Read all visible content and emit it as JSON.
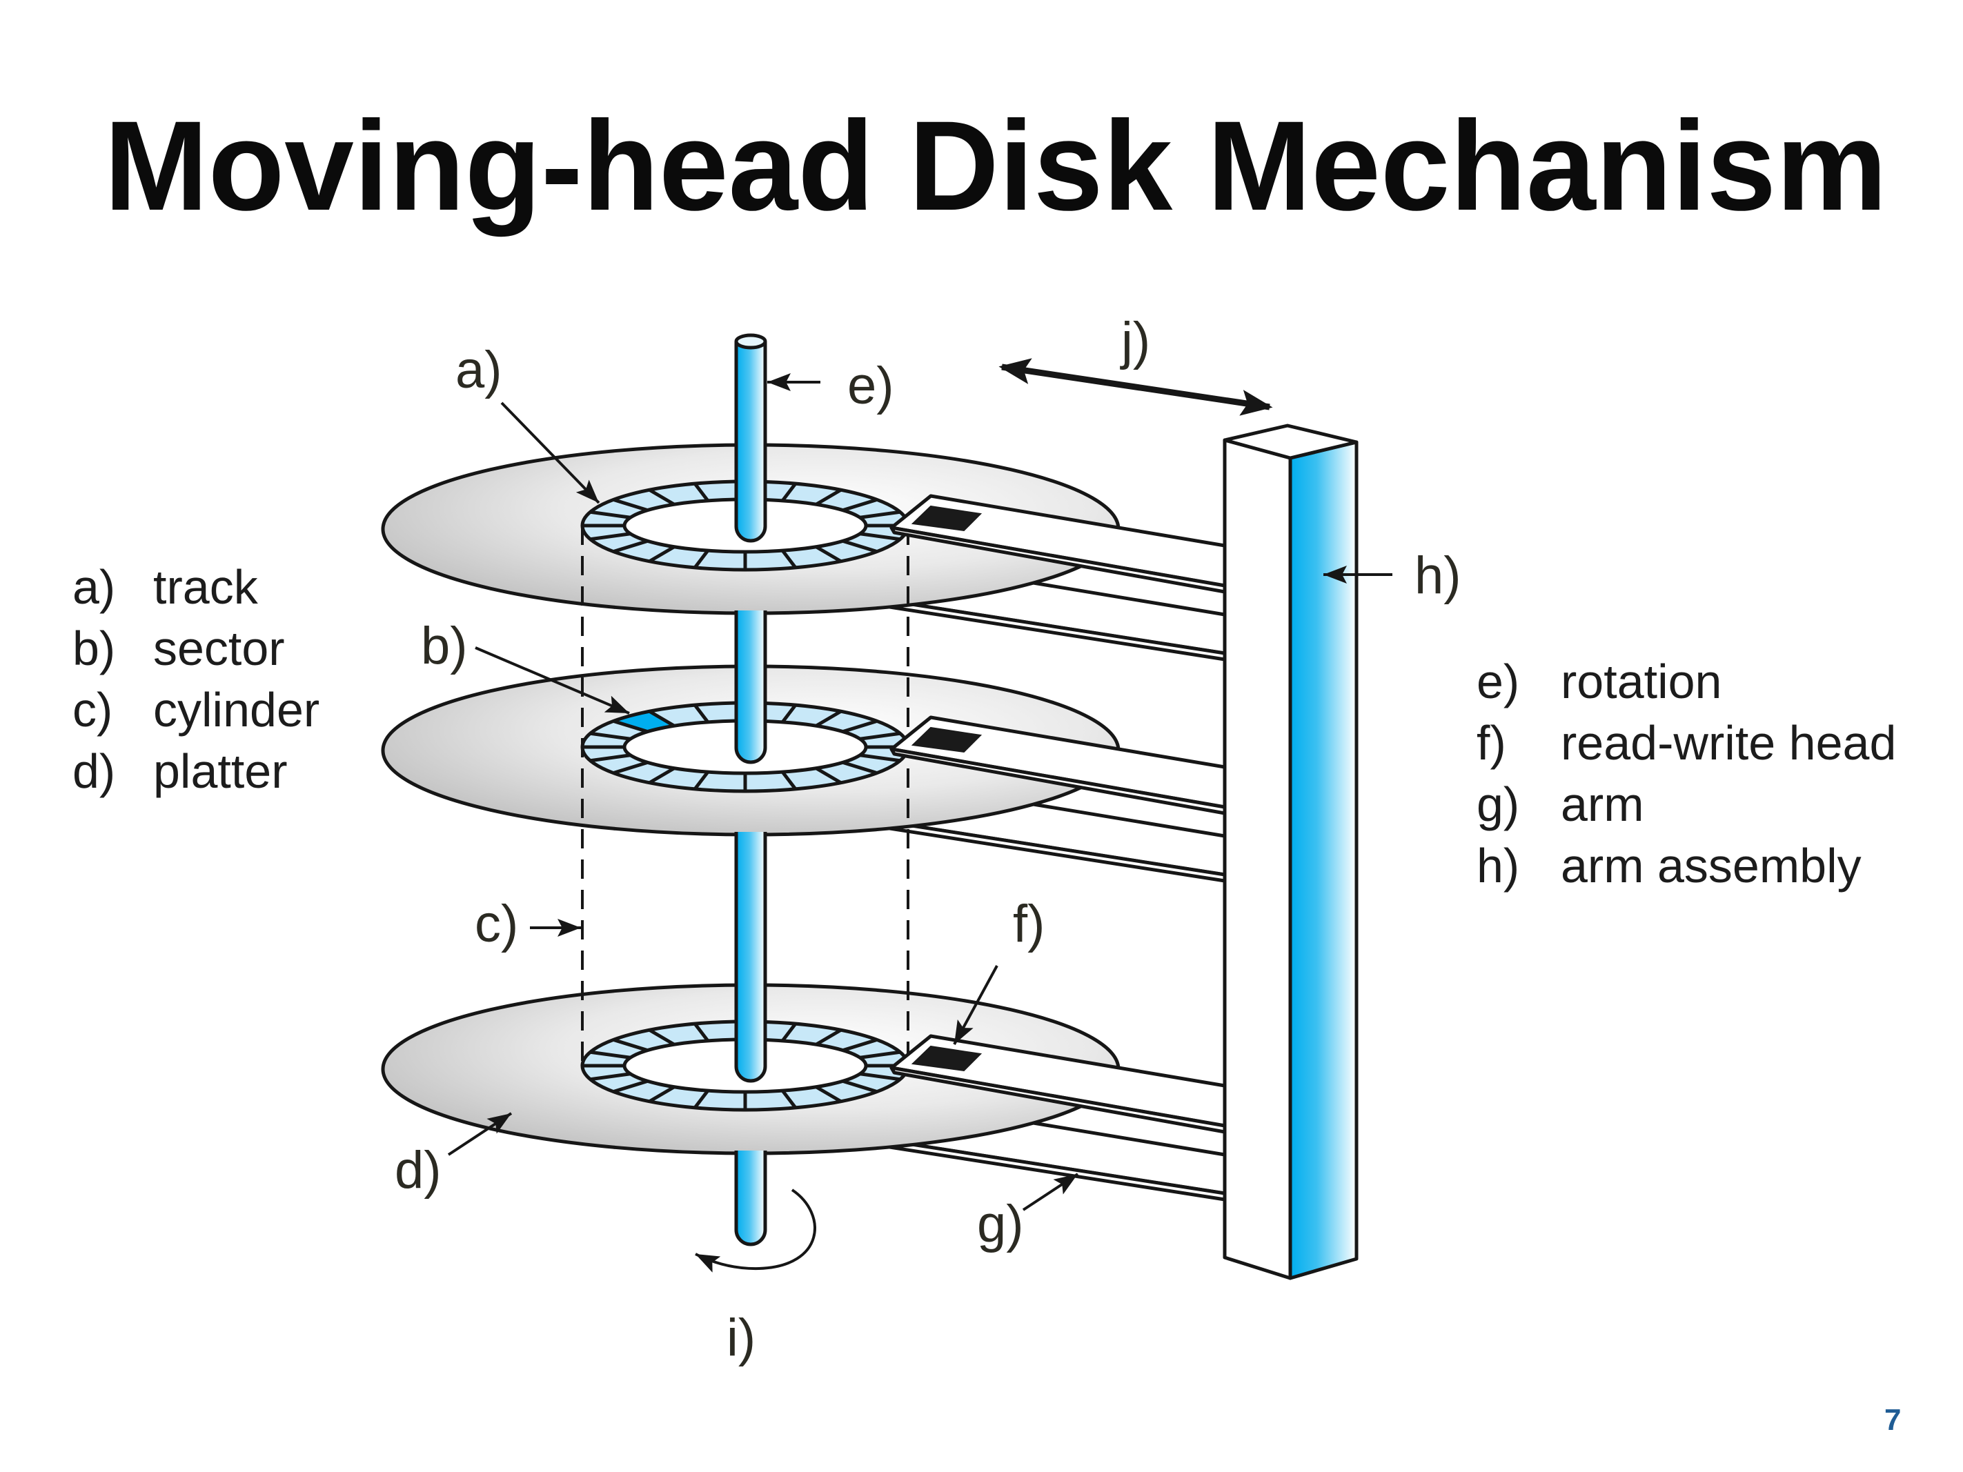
{
  "slide": {
    "title": "Moving-head Disk Mechanism",
    "page_number": "7"
  },
  "legend_left": [
    {
      "key": "a)",
      "term": "track"
    },
    {
      "key": "b)",
      "term": "sector"
    },
    {
      "key": "c)",
      "term": "cylinder"
    },
    {
      "key": "d)",
      "term": "platter"
    }
  ],
  "legend_right": [
    {
      "key": "e)",
      "term": "rotation"
    },
    {
      "key": "f)",
      "term": "read-write head"
    },
    {
      "key": "g)",
      "term": "arm"
    },
    {
      "key": "h)",
      "term": "arm assembly"
    }
  ],
  "diagram": {
    "labels": {
      "a": "a)",
      "b": "b)",
      "c": "c)",
      "d": "d)",
      "e": "e)",
      "f": "f)",
      "g": "g)",
      "h": "h)",
      "i": "i)",
      "j": "j)"
    },
    "platter_count": 3,
    "sectors_per_track": 20,
    "highlighted_sector": {
      "platter": 2,
      "index": 12
    }
  },
  "colors": {
    "accent_blue": "#00aeef",
    "track_fill": "#c8e8f8",
    "platter_edge": "#bcbcbc",
    "page_number": "#1f5c94"
  }
}
